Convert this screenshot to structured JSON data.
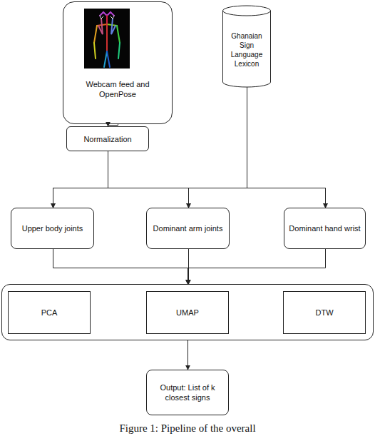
{
  "diagram": {
    "caption": "Figure 1: Pipeline of the overall",
    "nodes": [
      {
        "text": [
          "Webcam feed and OpenPose"
        ]
      },
      {
        "text": [
          "Ghanaian Sign Language Lexicon"
        ]
      },
      {
        "text": [
          "Normalization"
        ]
      },
      {
        "text": [
          "Upper body joints"
        ]
      },
      {
        "text": [
          "Dominant arm joints"
        ]
      },
      {
        "text": [
          "Dominant hand wrist"
        ]
      },
      {
        "text": []
      },
      {
        "text": [
          "PCA"
        ],
        "in": 6
      },
      {
        "text": [
          "UMAP"
        ],
        "in": 6
      },
      {
        "text": [
          "DTW"
        ],
        "in": 6
      },
      {
        "text": [
          "Output: List of k closest signs"
        ]
      }
    ],
    "edges": [
      {
        "from": 0,
        "to": 2,
        "arrow": "to"
      },
      {
        "from": 2,
        "to": 3,
        "arrow": "to"
      },
      {
        "from": 2,
        "to": 4,
        "arrow": "to"
      },
      {
        "from": 2,
        "to": 5,
        "arrow": "to"
      },
      {
        "from": 1,
        "to": 3,
        "arrow": "to"
      },
      {
        "from": 1,
        "to": 4,
        "arrow": "to"
      },
      {
        "from": 1,
        "to": 5,
        "arrow": "to"
      },
      {
        "from": 3,
        "to": 6,
        "arrow": "to"
      },
      {
        "from": 4,
        "to": 6,
        "arrow": "to"
      },
      {
        "from": 5,
        "to": 6,
        "arrow": "to"
      },
      {
        "from": 6,
        "to": 10,
        "arrow": "to"
      }
    ]
  }
}
